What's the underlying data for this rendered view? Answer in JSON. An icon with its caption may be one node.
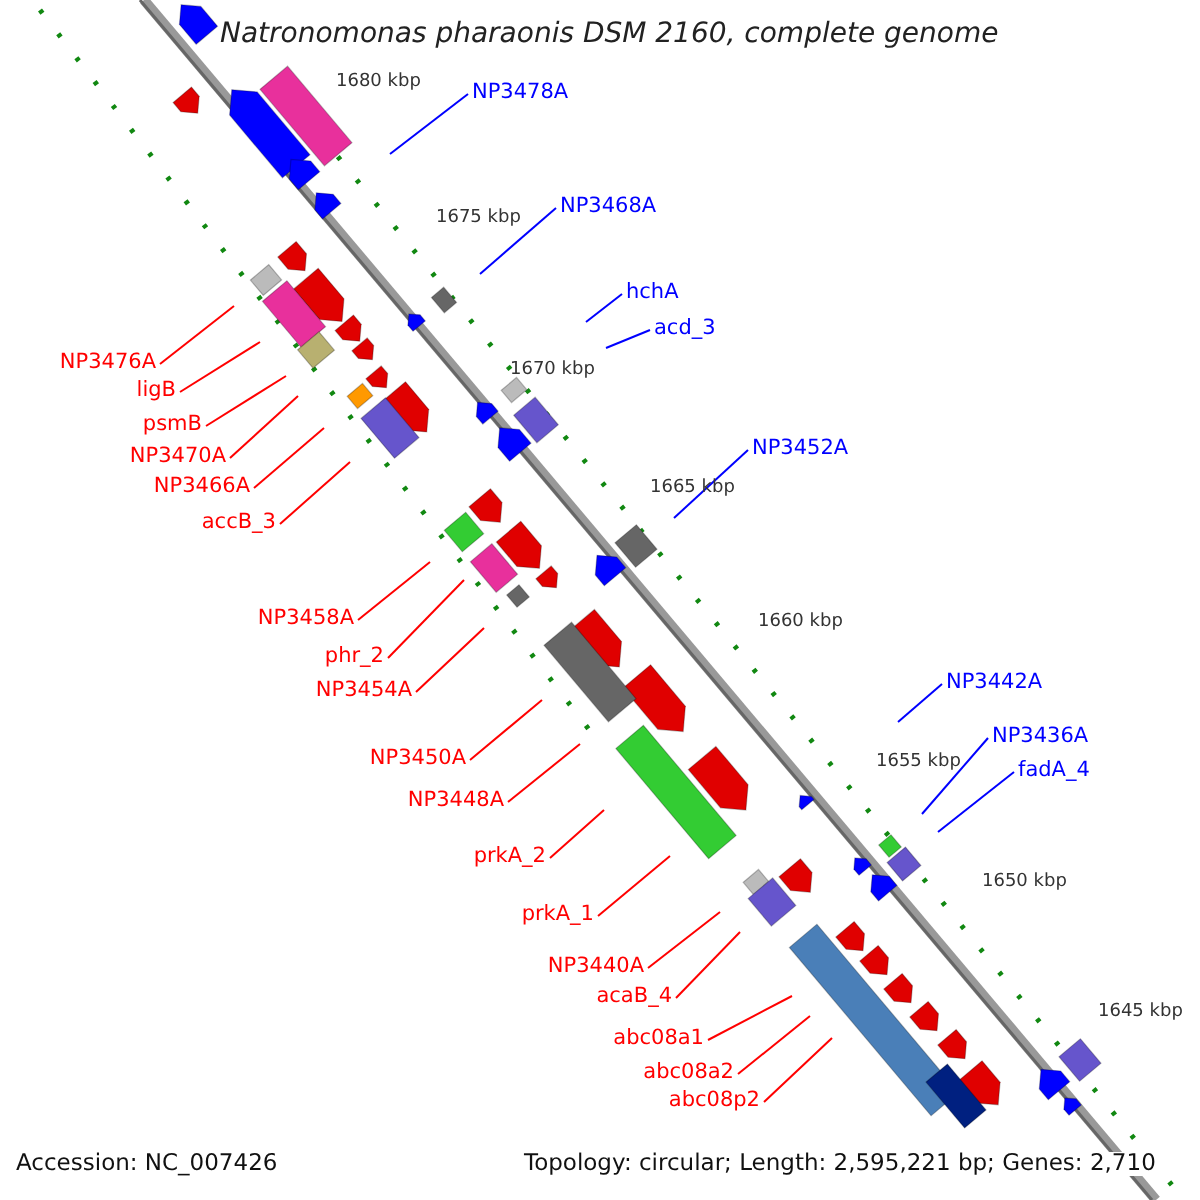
{
  "diagram": {
    "title": "Natronomonas pharaonis DSM 2160, complete genome",
    "nodes": [
      {
        "text": [
          "NP3478A"
        ]
      },
      {
        "text": [
          "NP3468A"
        ]
      },
      {
        "text": [
          "hchA"
        ]
      },
      {
        "text": [
          "acd_3"
        ]
      },
      {
        "text": [
          "NP3476A"
        ]
      },
      {
        "text": [
          "ligB"
        ]
      },
      {
        "text": [
          "psmB"
        ]
      },
      {
        "text": [
          "NP3452A"
        ]
      },
      {
        "text": [
          "NP3470A"
        ]
      },
      {
        "text": [
          "NP3466A"
        ]
      },
      {
        "text": [
          "accB_3"
        ]
      },
      {
        "text": [
          "NP3458A"
        ]
      },
      {
        "text": [
          "phr_2"
        ]
      },
      {
        "text": [
          "NP3442A"
        ]
      },
      {
        "text": [
          "NP3454A"
        ]
      },
      {
        "text": [
          "NP3436A"
        ]
      },
      {
        "text": [
          "NP3450A"
        ]
      },
      {
        "text": [
          "fadA_4"
        ]
      },
      {
        "text": [
          "NP3448A"
        ]
      },
      {
        "text": [
          "prkA_2"
        ]
      },
      {
        "text": [
          "prkA_1"
        ]
      },
      {
        "text": [
          "NP3440A"
        ]
      },
      {
        "text": [
          "acaB_4"
        ]
      },
      {
        "text": [
          "abc08a1"
        ]
      },
      {
        "text": [
          "abc08a2"
        ]
      },
      {
        "text": [
          "abc08p2"
        ]
      }
    ],
    "edges": [
      {
        "from": 0,
        "to": null,
        "arrow": "none",
        "color": "#0000ff"
      },
      {
        "from": 1,
        "to": null,
        "arrow": "none",
        "color": "#0000ff"
      },
      {
        "from": 2,
        "to": null,
        "arrow": "none",
        "color": "#0000ff"
      },
      {
        "from": 3,
        "to": null,
        "arrow": "none",
        "color": "#0000ff"
      },
      {
        "from": 4,
        "to": null,
        "arrow": "none"
      },
      {
        "from": 5,
        "to": null,
        "arrow": "none"
      },
      {
        "from": 6,
        "to": null,
        "arrow": "none"
      },
      {
        "from": 7,
        "to": null,
        "arrow": "none",
        "color": "#0000ff"
      },
      {
        "from": 8,
        "to": null,
        "arrow": "none"
      },
      {
        "from": 9,
        "to": null,
        "arrow": "none"
      },
      {
        "from": 10,
        "to": null,
        "arrow": "none"
      },
      {
        "from": 11,
        "to": null,
        "arrow": "none"
      },
      {
        "from": 12,
        "to": null,
        "arrow": "none"
      },
      {
        "from": 13,
        "to": null,
        "arrow": "none",
        "color": "#0000ff"
      },
      {
        "from": 14,
        "to": null,
        "arrow": "none"
      },
      {
        "from": 15,
        "to": null,
        "arrow": "none",
        "color": "#0000ff"
      },
      {
        "from": 16,
        "to": null,
        "arrow": "none"
      },
      {
        "from": 17,
        "to": null,
        "arrow": "none",
        "color": "#0000ff"
      },
      {
        "from": 18,
        "to": null,
        "arrow": "none"
      },
      {
        "from": 19,
        "to": null,
        "arrow": "none"
      },
      {
        "from": 20,
        "to": null,
        "arrow": "none"
      },
      {
        "from": 21,
        "to": null,
        "arrow": "none"
      },
      {
        "from": 22,
        "to": null,
        "arrow": "none"
      },
      {
        "from": 23,
        "to": null,
        "arrow": "none"
      },
      {
        "from": 24,
        "to": null,
        "arrow": "none"
      },
      {
        "from": 25,
        "to": null,
        "arrow": "none"
      }
    ],
    "labels": [
      "1680 kbp",
      "1675 kbp",
      "1670 kbp",
      "1665 kbp",
      "1660 kbp",
      "1655 kbp",
      "1650 kbp",
      "1645 kbp",
      "Accession: NC_007426",
      "Topology: circular; Length: 2,595,221 bp; Genes: 2,710"
    ]
  }
}
